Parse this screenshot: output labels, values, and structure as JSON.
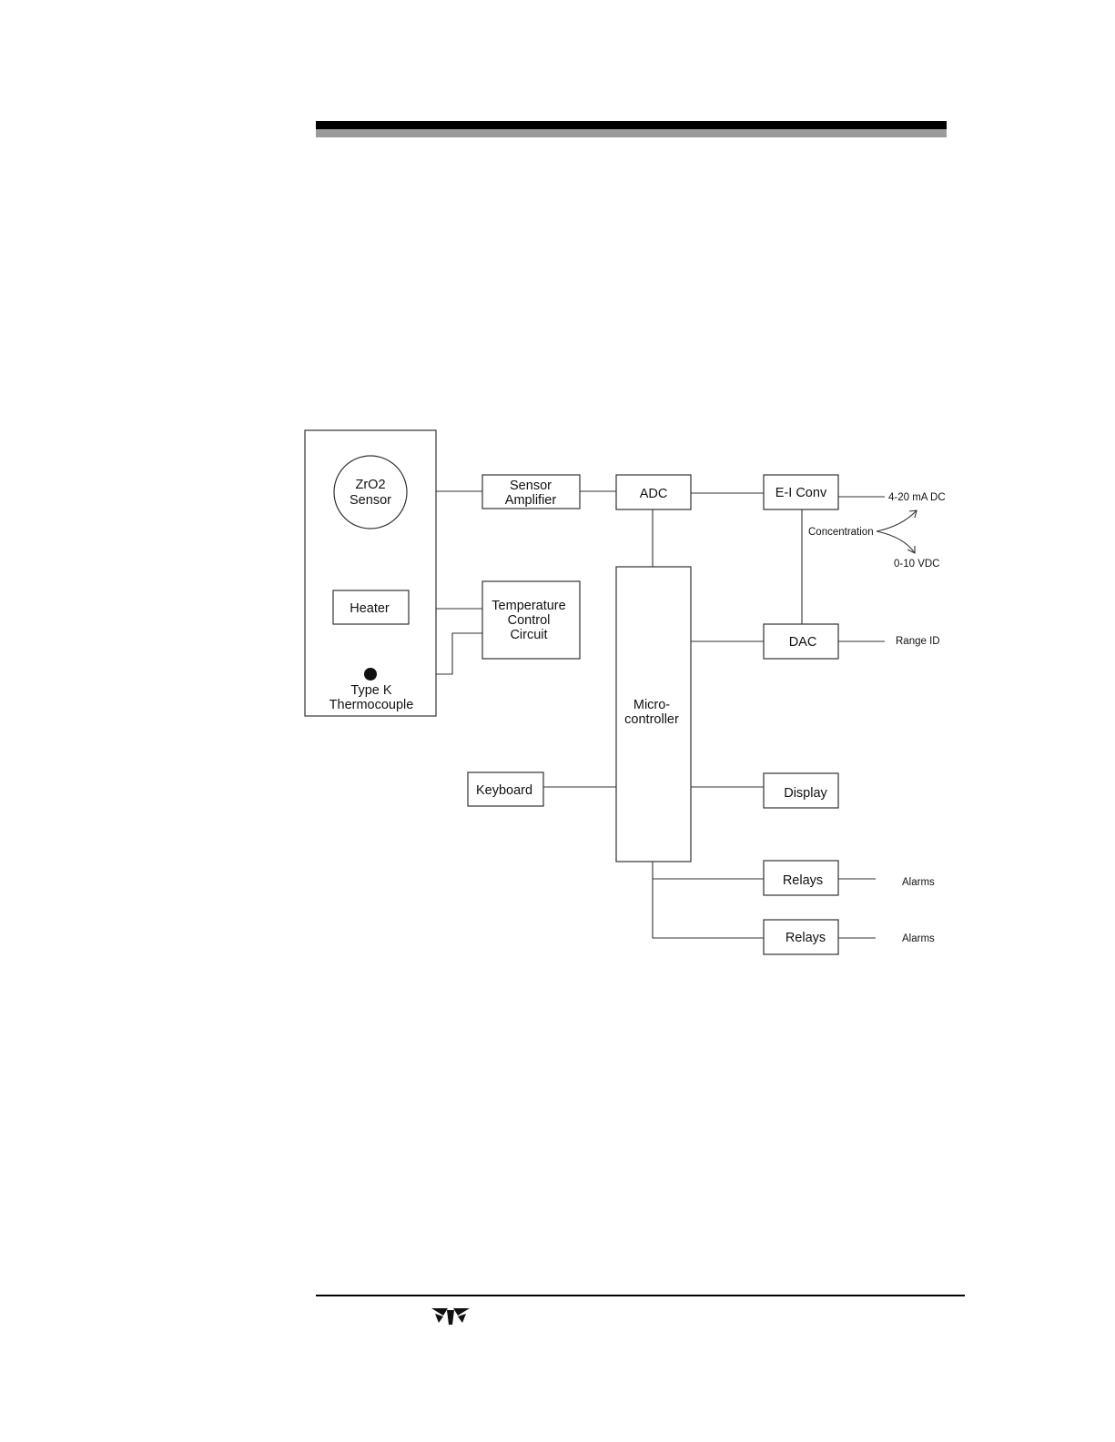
{
  "diagram": {
    "blocks": {
      "sensor": [
        "ZrO2",
        "Sensor"
      ],
      "heater": "Heater",
      "thermocouple": [
        "Type K",
        "Thermocouple"
      ],
      "sensor_amplifier": [
        "Sensor",
        "Amplifier"
      ],
      "temperature_control": [
        "Temperature",
        "Control",
        "Circuit"
      ],
      "adc": "ADC",
      "microcontroller": [
        "Micro-",
        "controller"
      ],
      "ei_conv": "E-I Conv",
      "dac": "DAC",
      "keyboard": "Keyboard",
      "display": "Display",
      "relays_1": "Relays",
      "relays_2": "Relays"
    },
    "signals": {
      "concentration": "Concentration",
      "current_out": "4-20 mA DC",
      "voltage_out": "0-10 VDC",
      "range_id": "Range ID",
      "alarms_1": "Alarms",
      "alarms_2": "Alarms"
    }
  },
  "footer": {
    "logo": "teledyne-logo-icon"
  }
}
